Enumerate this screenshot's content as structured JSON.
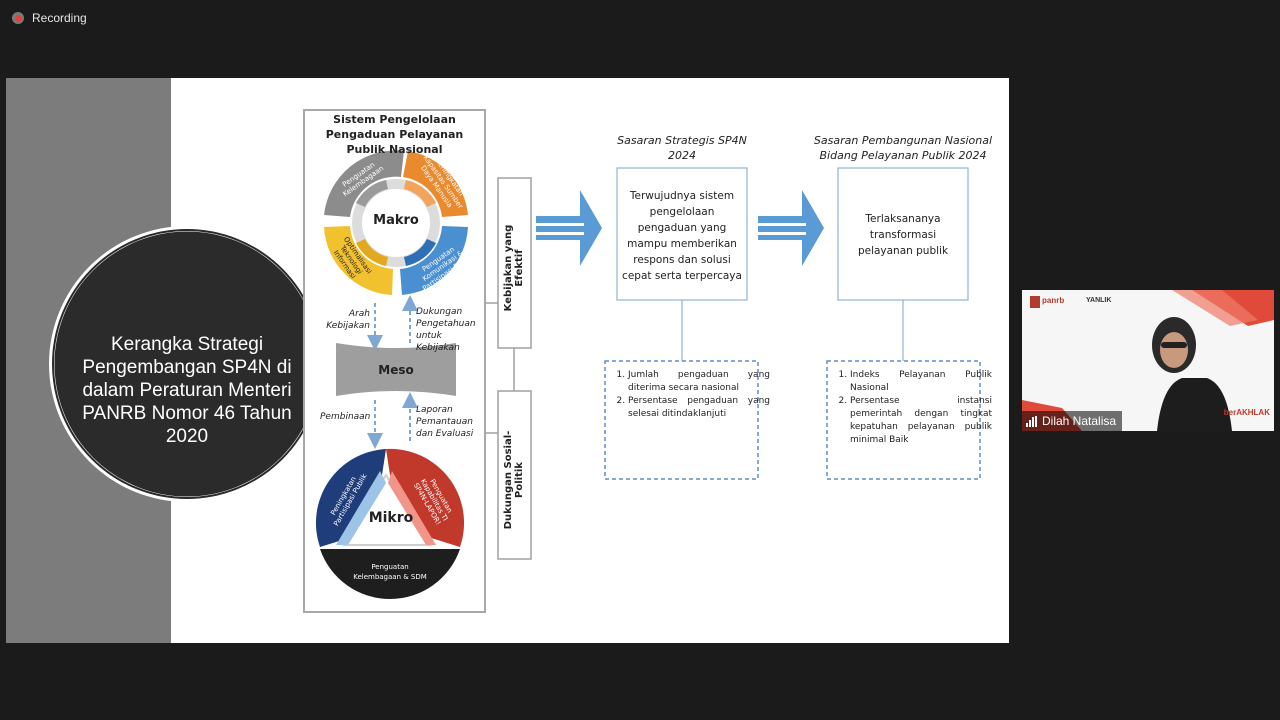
{
  "recording": {
    "label": "Recording"
  },
  "slide": {
    "left_circle_title": "Kerangka Strategi Pengembangan SP4N di dalam Peraturan Menteri PANRB Nomor 46 Tahun 2020",
    "system_box_title": "Sistem Pengelolaan Pengaduan Pelayanan Publik Nasional",
    "makro": {
      "center": "Makro",
      "segments": [
        "Penguatan Kelembagaan",
        "Peningkatan Kapasitas Sumber Daya Manusia",
        "Penguatan Komunikasi & Partisipasi Publik",
        "Optimalisasi Teknologi Informasi"
      ]
    },
    "arrows_upper": {
      "left": "Arah Kebijakan",
      "right": "Dukungan Pengetahuan untuk Kebijakan"
    },
    "meso": "Meso",
    "arrows_lower": {
      "left": "Pembinaan",
      "right": "Laporan Pemantauan dan Evaluasi"
    },
    "mikro": {
      "center": "Mikro",
      "segments": [
        "Peningkatan Partisipasi Publik",
        "Penguatan Kapabilitas TI SP4N-LAPOR!",
        "Penguatan Kelembagaan & SDM"
      ]
    },
    "vertical_boxes": [
      "Kebijakan yang Efektif",
      "Dukungan Sosial-Politik"
    ],
    "sasaran_strategis": {
      "header_line1": "Sasaran Strategis SP4N",
      "header_line2": "2024",
      "box": "Terwujudnya sistem pengelolaan pengaduan yang mampu memberikan respons dan solusi cepat serta terpercaya",
      "indicators": [
        "Jumlah pengaduan yang diterima secara nasional",
        "Persentase pengaduan yang selesai ditindaklanjuti"
      ]
    },
    "sasaran_pembangunan": {
      "header_line1": "Sasaran Pembangunan Nasional",
      "header_line2": "Bidang Pelayanan Publik 2024",
      "box": "Terlaksananya transformasi pelayanan publik",
      "indicators": [
        "Indeks Pelayanan Publik Nasional",
        "Persentase instansi pemerintah dengan tingkat kepatuhan pelayanan publik minimal Baik"
      ]
    }
  },
  "participant": {
    "name": "Dilah Natalisa",
    "logos": [
      "panrb",
      "YANLIK",
      "berAKHLAK"
    ]
  },
  "colors": {
    "gray_segment": "#8c8c8c",
    "orange_segment": "#e98a2e",
    "blue_segment": "#4a8fd0",
    "yellow_segment": "#f2c12e",
    "arrow_blue": "#5b9bd5",
    "mikro_red": "#c0392b",
    "mikro_navy": "#1f3d7a"
  }
}
